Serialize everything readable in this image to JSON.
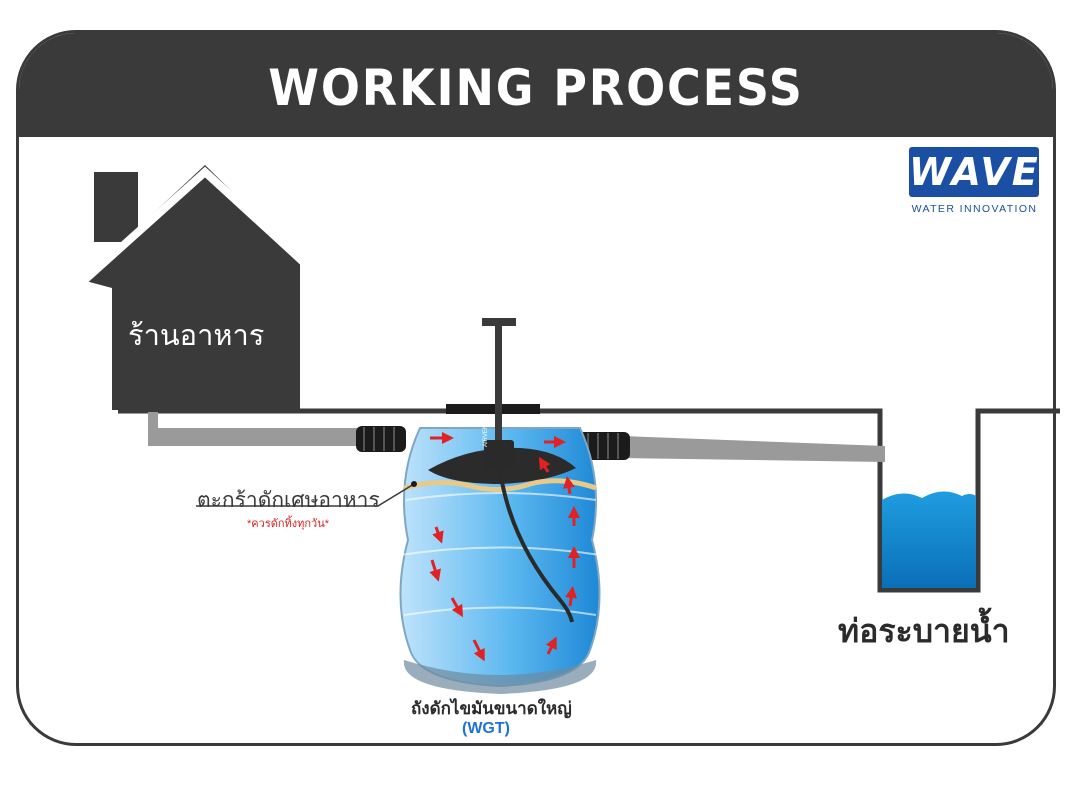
{
  "title": "WORKING PROCESS",
  "logo": {
    "brand": "WAVE",
    "tagline": "WATER INNOVATION",
    "color": "#1a4fa3"
  },
  "labels": {
    "restaurant": "ร้านอาหาร",
    "basket": "ตะกร้าดักเศษอาหาร",
    "basket_note": "*ควรดักทิ้งทุกวัน*",
    "drain": "ท่อระบายน้ำ",
    "tank_name": "ถังดักไขมันขนาดใหญ่",
    "tank_code": "(WGT)",
    "airvent": "AIRVENT"
  },
  "colors": {
    "dark": "#3a3a3a",
    "pipe": "#9a9a9a",
    "water": "#1e88d6",
    "arrow": "#e02222",
    "tank_code": "#1e73d8"
  },
  "icons": [
    "house-icon",
    "arrow-icon"
  ]
}
